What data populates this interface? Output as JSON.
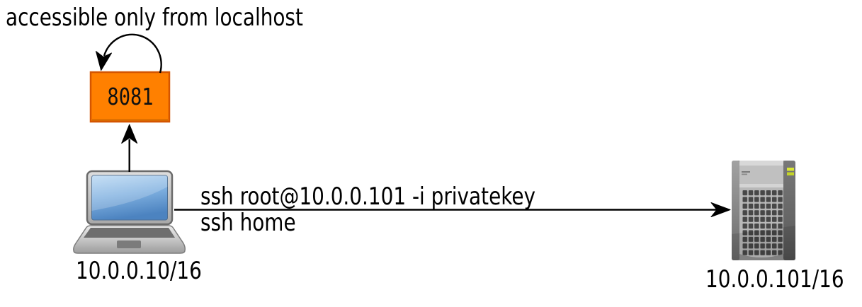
{
  "diagram": {
    "annotation": "accessible only from localhost",
    "port_node": {
      "label": "8081",
      "fill": "#ff8000",
      "border": "#d45500"
    },
    "hosts": {
      "laptop": {
        "ip_label": "10.0.0.10/16"
      },
      "server": {
        "ip_label": "10.0.0.101/16"
      }
    },
    "edges": {
      "ssh_connection": {
        "label_line1": "ssh root@10.0.0.101 -i privatekey",
        "label_line2": "ssh home"
      }
    },
    "colors": {
      "line": "#000000",
      "background": "#ffffff",
      "server_led": "#cdda2b",
      "laptop_screen": "#5e97d2"
    }
  }
}
